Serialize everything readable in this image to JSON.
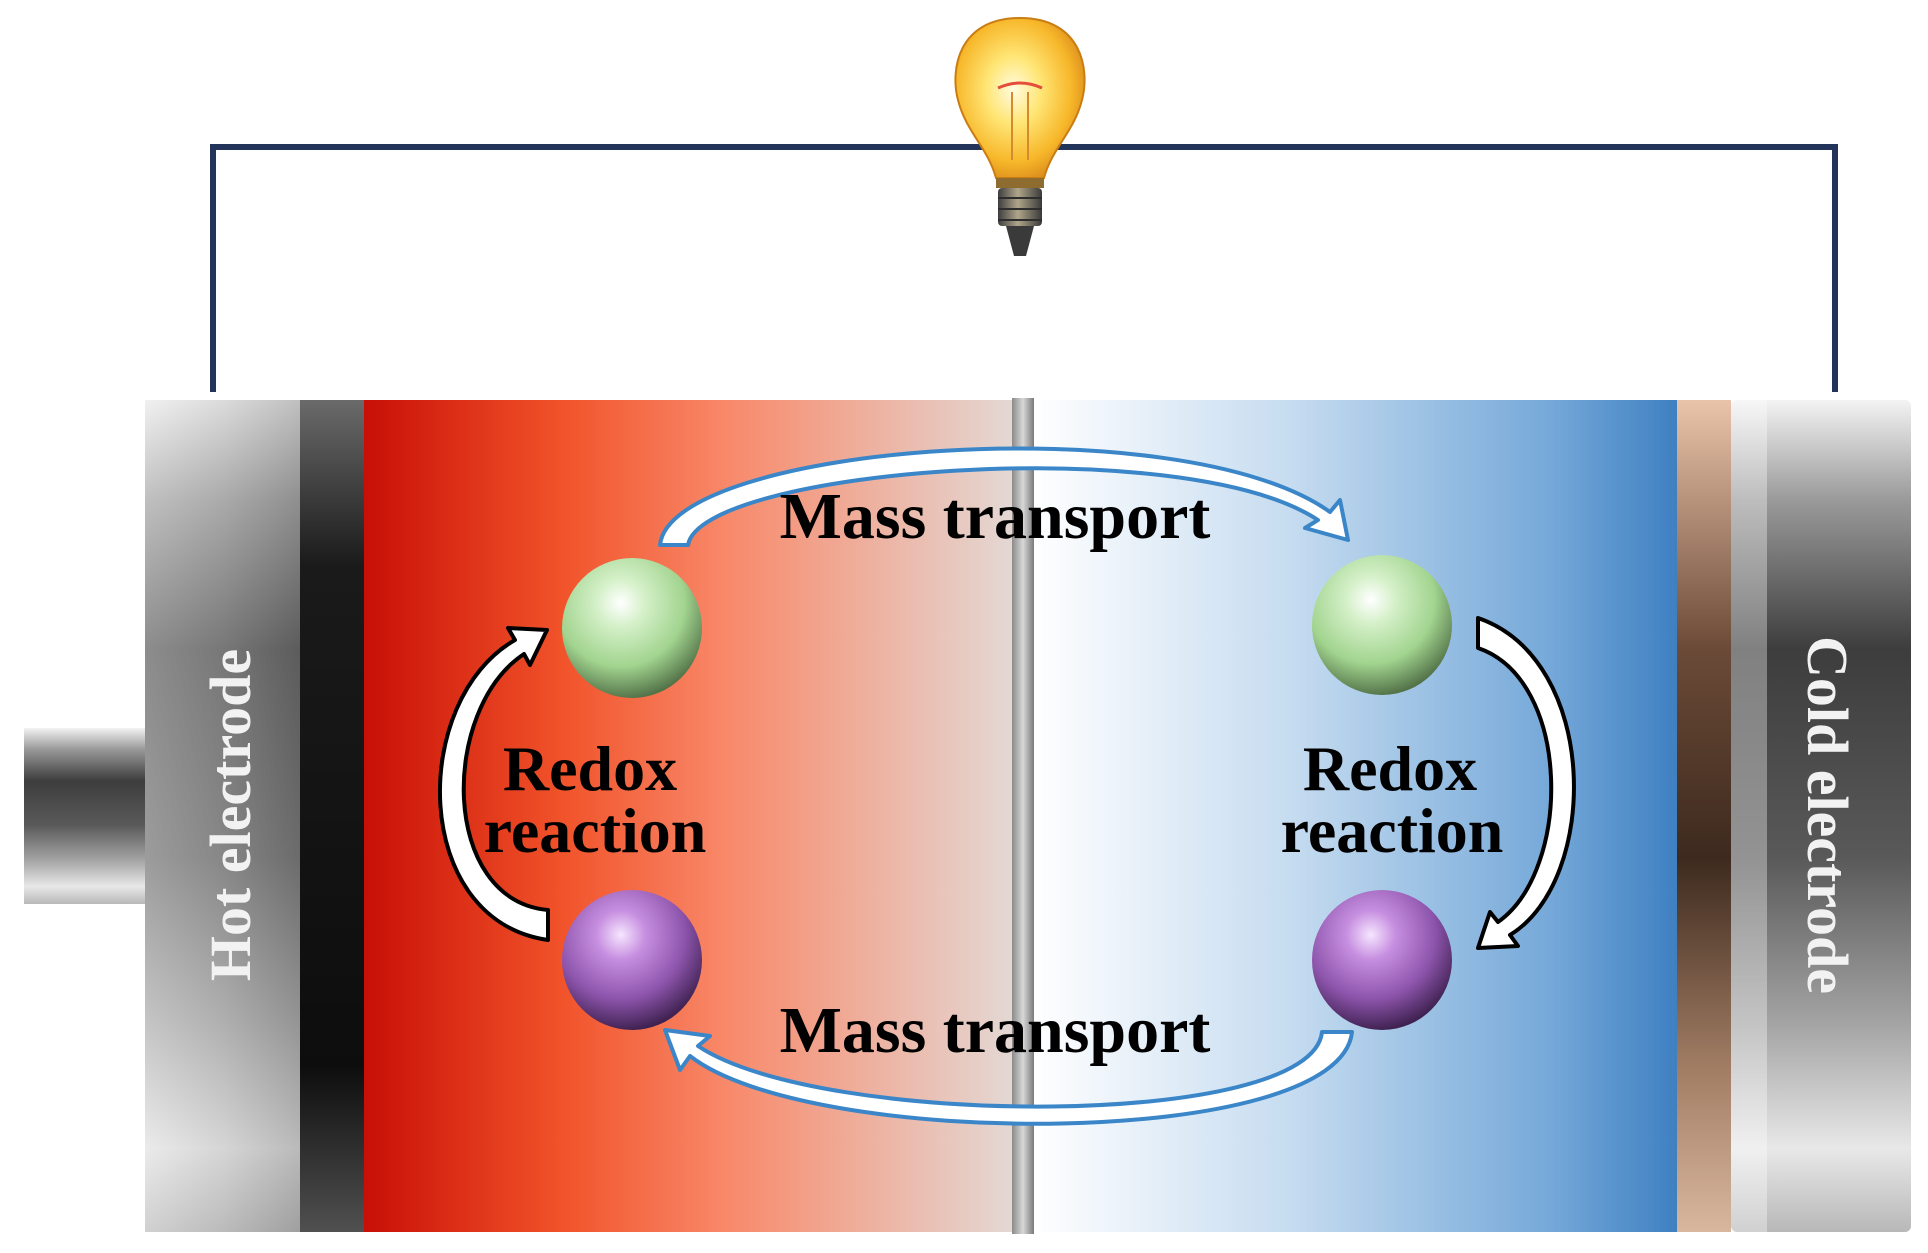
{
  "labels": {
    "mass_transport_top": "Mass transport",
    "mass_transport_bottom": "Mass transport",
    "redox_left_line1": "Redox",
    "redox_left_line2": "reaction",
    "redox_right_line1": "Redox",
    "redox_right_line2": "reaction",
    "hot_electrode": "Hot electrode",
    "cold_electrode": "Cold electrode"
  },
  "icons": {
    "bulb": "light-bulb-icon",
    "oxidized_species": "green-sphere",
    "reduced_species": "purple-sphere"
  },
  "colors": {
    "hot": "#d01a08",
    "cold": "#3f83c3",
    "wire": "#23345a",
    "transport_arrow": "#3a86c8",
    "redox_arrow": "#000000",
    "green_species": "#a6d99c",
    "purple_species": "#9a63b5"
  }
}
